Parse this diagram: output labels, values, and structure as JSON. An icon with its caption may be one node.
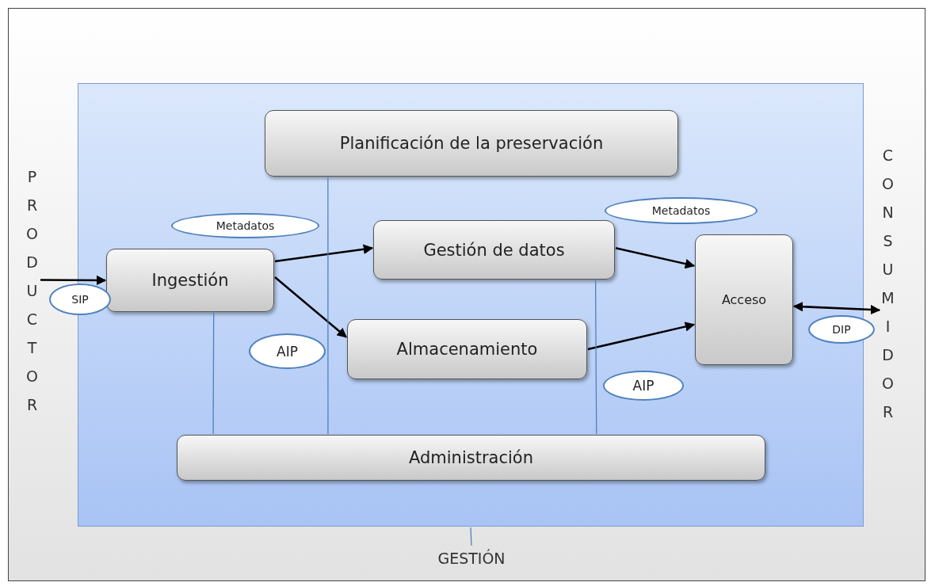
{
  "diagram": {
    "nodes": [
      {
        "text": [],
        "shape": "box"
      },
      {
        "text": [
          "Planificación de la preservación"
        ],
        "in": 0
      },
      {
        "text": [
          "Ingestión"
        ],
        "in": 0
      },
      {
        "text": [
          "Gestión de datos"
        ],
        "in": 0
      },
      {
        "text": [
          "Almacenamiento"
        ],
        "in": 0
      },
      {
        "text": [
          "Acceso"
        ],
        "in": 0
      },
      {
        "text": [
          "Administración"
        ],
        "in": 0
      },
      {
        "text": [
          "Metadatos"
        ],
        "in": 0
      },
      {
        "text": [
          "Metadatos"
        ],
        "in": 0
      },
      {
        "text": [
          "SIP"
        ]
      },
      {
        "text": [
          "AIP"
        ],
        "in": 0
      },
      {
        "text": [
          "AIP"
        ],
        "in": 0
      },
      {
        "text": [
          "DIP"
        ]
      },
      {
        "text": [
          "PRODUCTOR"
        ]
      },
      {
        "text": [
          "CONSUMIDOR"
        ]
      },
      {
        "text": [
          "GESTIÓN"
        ]
      }
    ],
    "edges": [
      {
        "from": 13,
        "to": 2,
        "arrow": "to"
      },
      {
        "from": 2,
        "to": 3,
        "arrow": "to"
      },
      {
        "from": 2,
        "to": 4,
        "arrow": "to"
      },
      {
        "from": 3,
        "to": 5,
        "arrow": "to"
      },
      {
        "from": 4,
        "to": 5,
        "arrow": "to"
      },
      {
        "from": 5,
        "to": 14,
        "arrow": "both"
      },
      {
        "from": 2,
        "to": 6,
        "arrow": "none",
        "color": "#4f81bd"
      },
      {
        "from": 1,
        "to": 6,
        "arrow": "none",
        "color": "#4f81bd"
      },
      {
        "from": 3,
        "to": 6,
        "arrow": "none",
        "color": "#4f81bd"
      },
      {
        "from": 15,
        "to": 0,
        "arrow": "none",
        "color": "#4f81bd"
      }
    ]
  }
}
